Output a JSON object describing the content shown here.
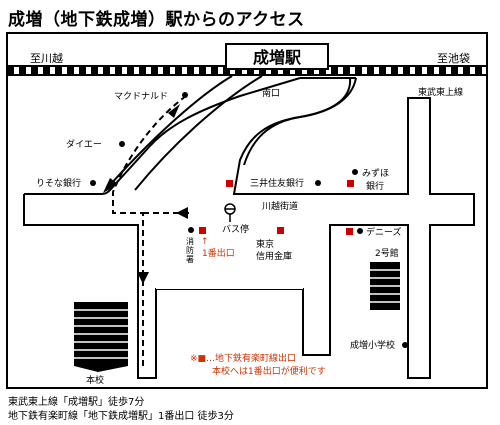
{
  "title": "成増（地下鉄成増）駅からのアクセス",
  "station": "成増駅",
  "directions": {
    "left": "至川越",
    "right": "至池袋"
  },
  "labels": {
    "south_exit": "南口",
    "tobu_line": "東武東上線",
    "mcdonalds": "マクドナルド",
    "daiei": "ダイエー",
    "resona": "りそな銀行",
    "mitsui": "三井住友銀行",
    "mizuho_1": "みずほ",
    "mizuho_2": "銀行",
    "kawagoe_road": "川越街道",
    "bus_stop": "バス停",
    "fire_1": "消",
    "fire_2": "防",
    "fire_3": "署",
    "exit1": "1番出口",
    "tokyo_1": "東京",
    "tokyo_2": "信用金庫",
    "dennys": "デニーズ",
    "building2": "2号館",
    "school": "成増小学校",
    "main_campus": "本校"
  },
  "legend": {
    "line1": "※■…地下鉄有楽町線出口",
    "line2": "本校へは1番出口が便利です"
  },
  "footer": {
    "line1": "東武東上線「成増駅」徒歩7分",
    "line2": "地下鉄有楽町線「地下鉄成増駅」1番出口 徒歩3分"
  },
  "colors": {
    "exit": "#cc0000",
    "ink": "#000000",
    "route_note": "#cc3300"
  }
}
